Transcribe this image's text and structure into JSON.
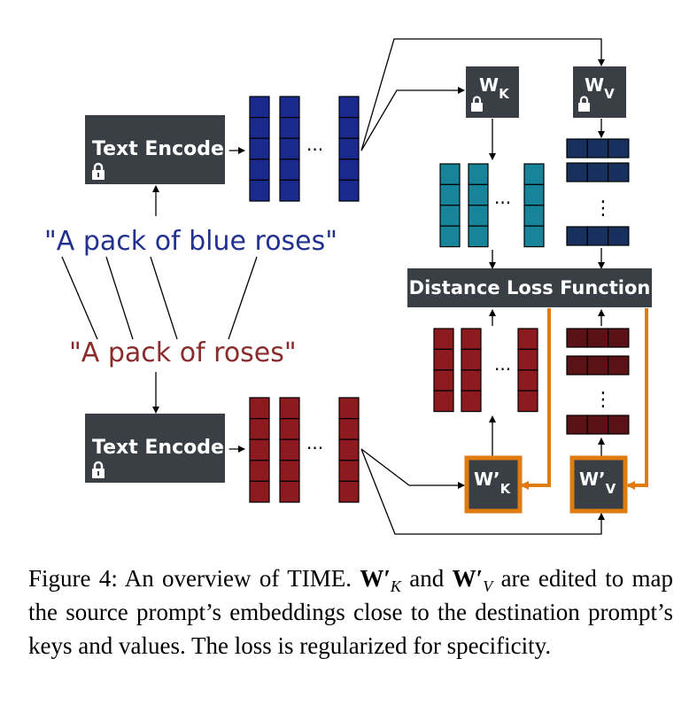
{
  "diagram": {
    "text_encoder_top": "Text Encoder",
    "text_encoder_bottom": "Text Encoder",
    "prompt_dest": "\"A pack of blue roses\"",
    "prompt_src": "\"A pack of roses\"",
    "wk_top": {
      "base": "W",
      "sub": "K"
    },
    "wv_top": {
      "base": "W",
      "sub": "V"
    },
    "wk_edit": {
      "base": "W’",
      "sub": "K"
    },
    "wv_edit": {
      "base": "W’",
      "sub": "V"
    },
    "loss": "Distance Loss Function",
    "ellipsis": "···",
    "vellipsis": "⋮",
    "colors": {
      "box": "#3a3f45",
      "blue": "#1a2a8c",
      "teal": "#17849a",
      "navy": "#17305e",
      "red": "#8c1a1e",
      "darkred": "#5a1216",
      "orange": "#e07b10",
      "prompt_blue": "#22318f",
      "prompt_red": "#8b2b2b"
    }
  },
  "caption": {
    "prefix": "Figure 4: An overview of TIME.",
    "w_symbol": "W′",
    "sub_k": "K",
    "and": "and",
    "sub_v": "V",
    "suffix": "are edited to map the source prompt’s embeddings close to the destination prompt’s keys and values. The loss is regularized for specificity."
  }
}
